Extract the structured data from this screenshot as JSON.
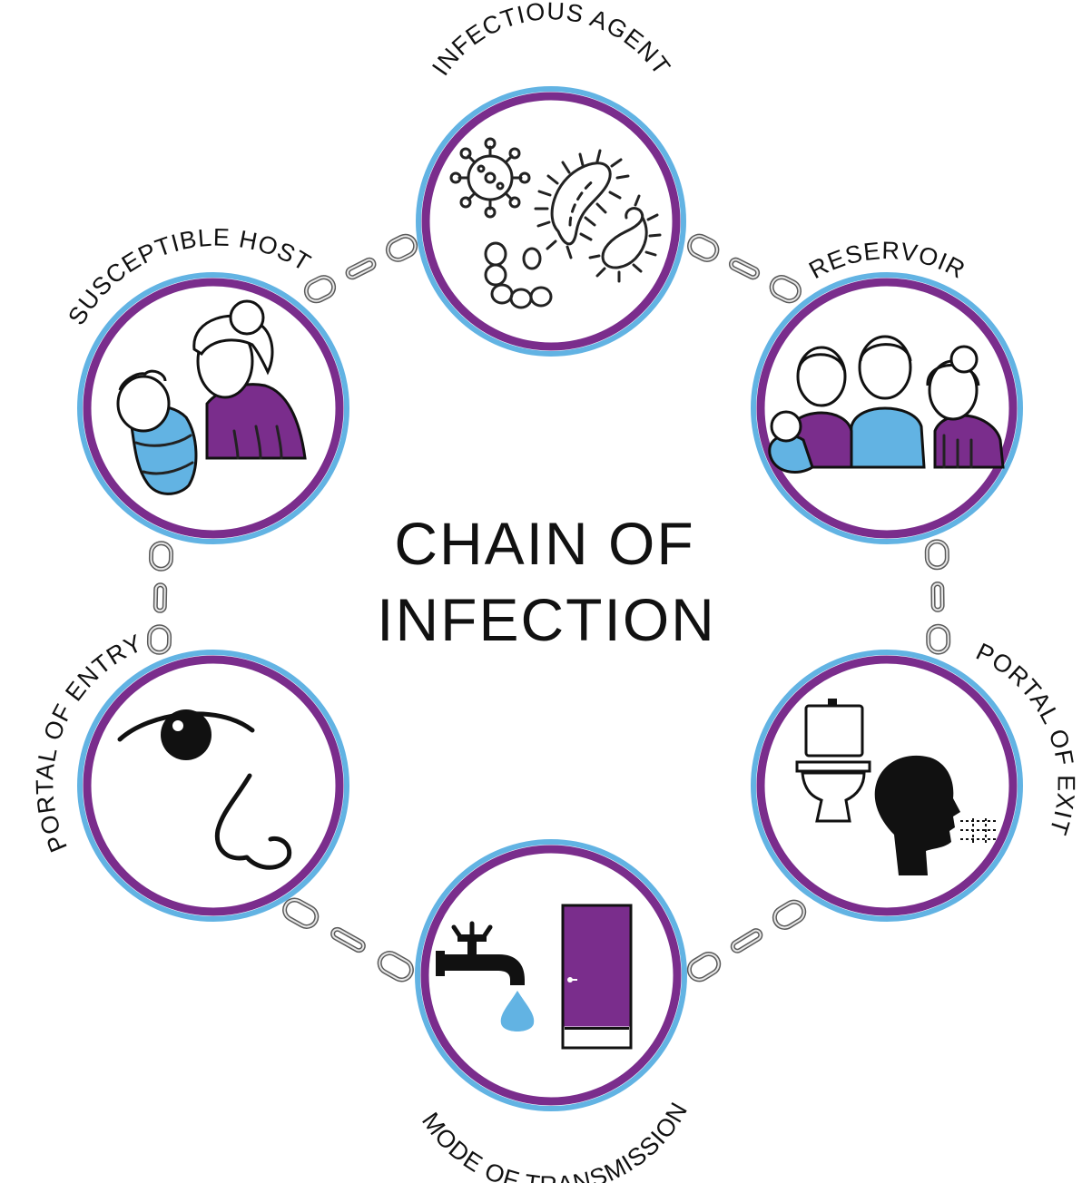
{
  "title_lines": [
    "CHAIN OF",
    "INFECTION"
  ],
  "nodes": [
    {
      "id": "infectious-agent",
      "label": "INFECTIOUS AGENT",
      "icon": "microbes-icon"
    },
    {
      "id": "reservoir",
      "label": "RESERVOIR",
      "icon": "people-group-icon"
    },
    {
      "id": "portal-of-exit",
      "label": "PORTAL OF EXIT",
      "icon": "toilet-and-cough-icon"
    },
    {
      "id": "mode-of-transmission",
      "label": "MODE OF TRANSMISSION",
      "icon": "tap-and-door-icon"
    },
    {
      "id": "portal-of-entry",
      "label": "PORTAL OF ENTRY",
      "icon": "eye-and-nose-icon"
    },
    {
      "id": "susceptible-host",
      "label": "SUSCEPTIBLE HOST",
      "icon": "elderly-and-baby-icon"
    }
  ],
  "colors": {
    "purple": "#7a2d8c",
    "blue": "#62b3e3",
    "chain": "#5a5a5a",
    "text": "#111111"
  }
}
